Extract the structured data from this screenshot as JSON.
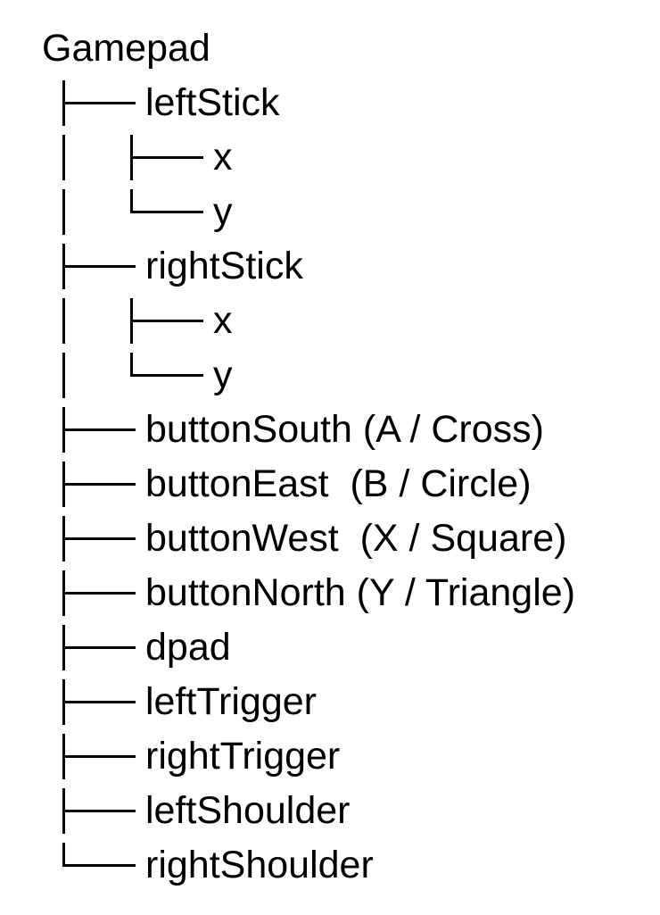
{
  "page": {
    "background_color": "#ffffff",
    "line_color": "#000000",
    "text_color": "#000000"
  },
  "tree": {
    "root_label": "Gamepad",
    "rows": [
      {
        "label": "Gamepad",
        "depth": 0,
        "prefix": []
      },
      {
        "label": "leftStick",
        "depth": 1,
        "prefix": [
          "tee"
        ]
      },
      {
        "label": "x",
        "depth": 2,
        "prefix": [
          "pipe",
          "tee"
        ]
      },
      {
        "label": "y",
        "depth": 2,
        "prefix": [
          "pipe",
          "corner"
        ]
      },
      {
        "label": "rightStick",
        "depth": 1,
        "prefix": [
          "tee"
        ]
      },
      {
        "label": "x",
        "depth": 2,
        "prefix": [
          "pipe",
          "tee"
        ]
      },
      {
        "label": "y",
        "depth": 2,
        "prefix": [
          "pipe",
          "corner"
        ]
      },
      {
        "label": "buttonSouth (A / Cross)",
        "depth": 1,
        "prefix": [
          "tee"
        ]
      },
      {
        "label": "buttonEast  (B / Circle)",
        "depth": 1,
        "prefix": [
          "tee"
        ]
      },
      {
        "label": "buttonWest  (X / Square)",
        "depth": 1,
        "prefix": [
          "tee"
        ]
      },
      {
        "label": "buttonNorth (Y / Triangle)",
        "depth": 1,
        "prefix": [
          "tee"
        ]
      },
      {
        "label": "dpad",
        "depth": 1,
        "prefix": [
          "tee"
        ]
      },
      {
        "label": "leftTrigger",
        "depth": 1,
        "prefix": [
          "tee"
        ]
      },
      {
        "label": "rightTrigger",
        "depth": 1,
        "prefix": [
          "tee"
        ]
      },
      {
        "label": "leftShoulder",
        "depth": 1,
        "prefix": [
          "tee"
        ]
      },
      {
        "label": "rightShoulder",
        "depth": 1,
        "prefix": [
          "corner"
        ]
      }
    ]
  }
}
